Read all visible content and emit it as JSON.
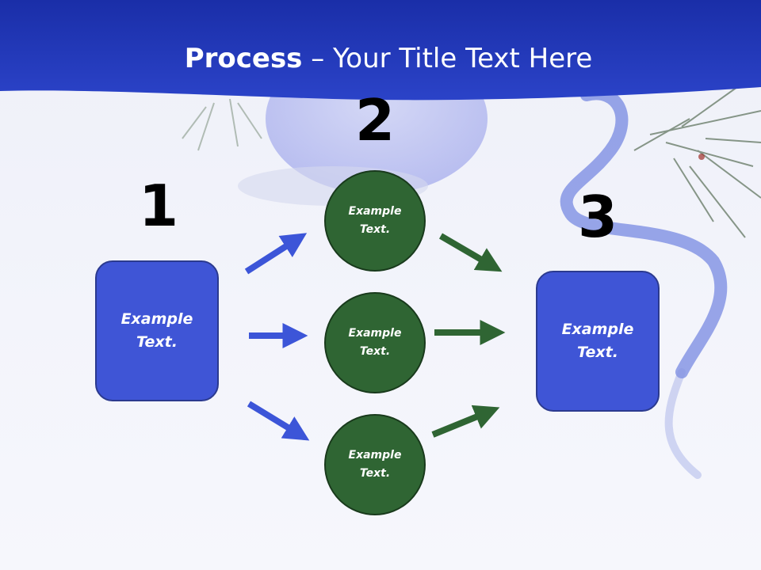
{
  "slide": {
    "title_bold": "Process",
    "title_rest": " – Your Title Text Here"
  },
  "diagram": {
    "step_numbers": [
      "1",
      "2",
      "3"
    ],
    "source_box": "Example Text.",
    "middle_circles": [
      "Example Text.",
      "Example Text.",
      "Example Text."
    ],
    "target_box": "Example Text."
  },
  "colors": {
    "header": "#1f33b8",
    "box_fill": "#3f55d6",
    "circle_fill": "#2f6533",
    "arrow_blue": "#3c55d8",
    "arrow_green": "#2f6533"
  }
}
